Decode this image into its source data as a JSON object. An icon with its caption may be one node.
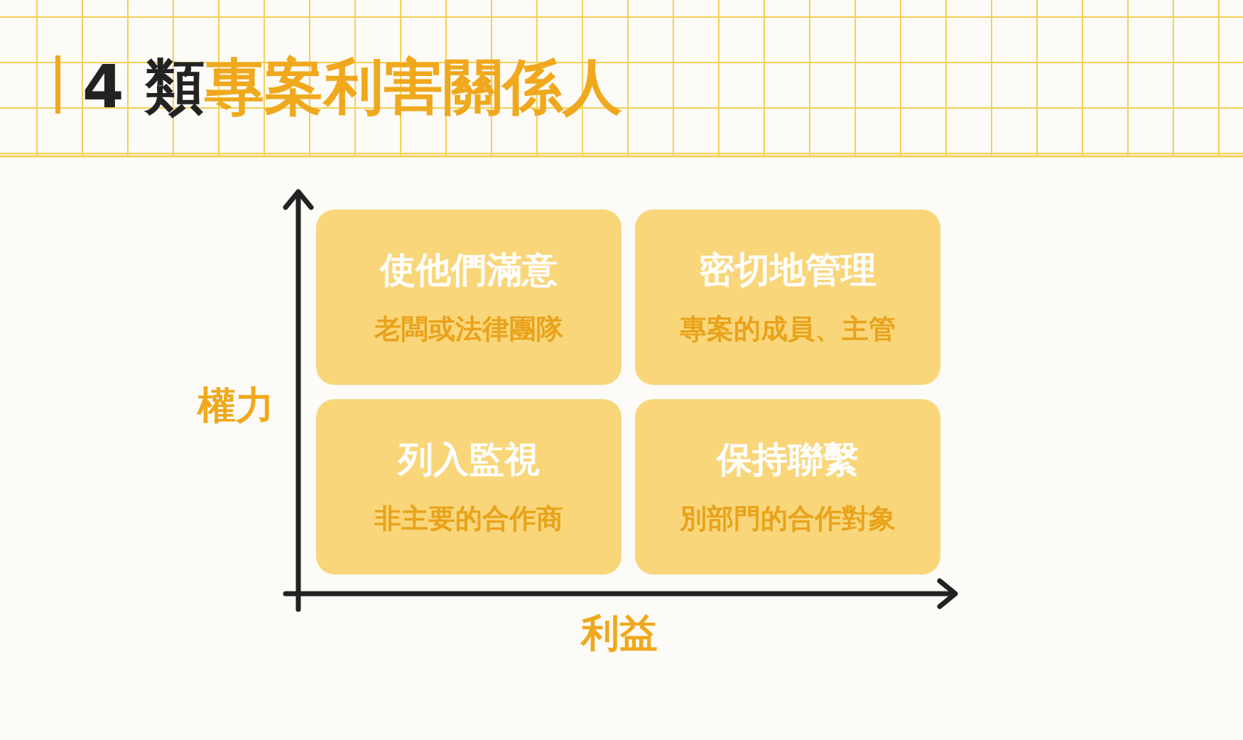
{
  "diagram": {
    "title": "4 類專案利害關係人",
    "nodes": [
      {
        "text": [
          "使他們滿意",
          "老闆或法律團隊"
        ]
      },
      {
        "text": [
          "密切地管理",
          "專案的成員、主管"
        ]
      },
      {
        "text": [
          "列入監視",
          "非主要的合作商"
        ]
      },
      {
        "text": [
          "保持聯繫",
          "別部門的合作對象"
        ]
      }
    ],
    "labels": [
      "權力",
      "利益"
    ]
  }
}
